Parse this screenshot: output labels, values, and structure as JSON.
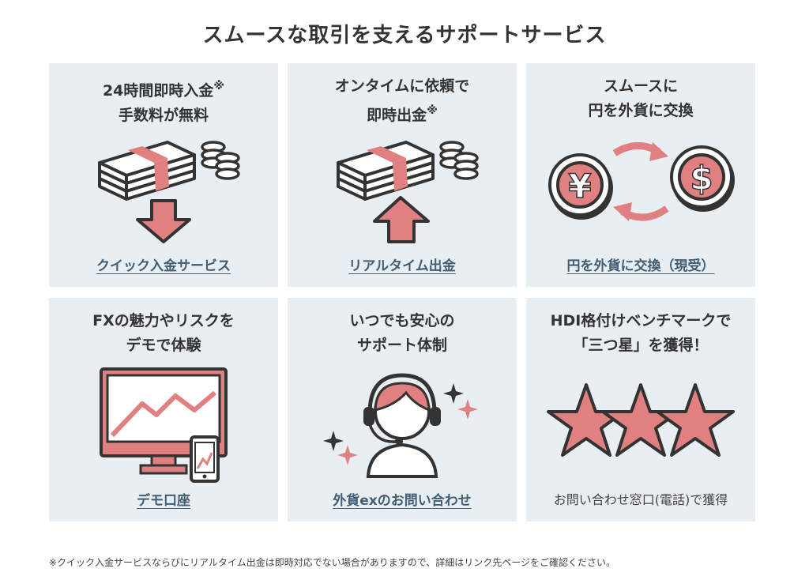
{
  "page": {
    "title": "スムースな取引を支えるサポートサービス",
    "footnote": "※クイック入金サービスならびにリアルタイム出金は即時対応でない場合がありますので、詳細はリンク先ページをご確認ください。"
  },
  "cards": [
    {
      "line1": "24時間即時入金",
      "mark": "※",
      "line2": "手数料が無料",
      "link": "クイック入金サービス"
    },
    {
      "line1": "オンタイムに依頼で",
      "line2": "即時出金",
      "mark": "※",
      "link": "リアルタイム出金"
    },
    {
      "line1": "スムースに",
      "line2": "円を外貨に交換",
      "link": "円を外貨に交換（現受）"
    },
    {
      "line1": "FXの魅力やリスクを",
      "line2": "デモで体験",
      "link": "デモ口座"
    },
    {
      "line1": "いつでも安心の",
      "line2": "サポート体制",
      "link": "外貨exのお問い合わせ"
    },
    {
      "line1": "HDI格付けベンチマークで",
      "line2": "「三つ星」を獲得！",
      "note": "お問い合わせ窓口(電話)で獲得"
    }
  ],
  "icons": {
    "yen": "¥",
    "dollar": "$"
  },
  "colors": {
    "accent": "#e08080",
    "card_bg": "#e9eef2",
    "link": "#3f5d74",
    "outline": "#333333"
  }
}
